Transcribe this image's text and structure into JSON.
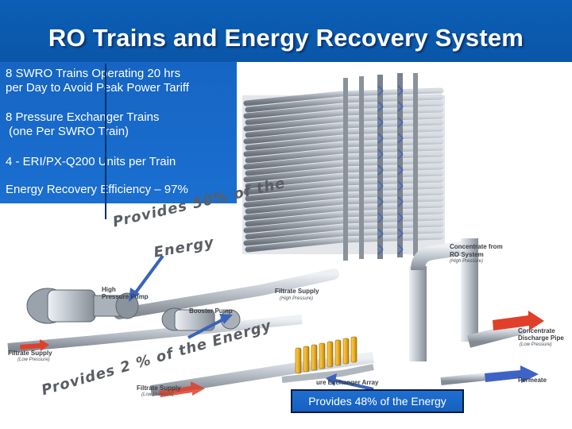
{
  "title": "RO Trains and Energy Recovery System",
  "info": {
    "line1a": "8 SWRO Trains Operating 20 hrs",
    "line1b": "per Day to Avoid Peak Power Tariff",
    "line2a": "8 Pressure Exchanger Trains",
    "line2b": " (one Per SWRO Train)",
    "line3": "4 - ERI/PX-Q200 Units per Train",
    "line4": "Energy Recovery Efficiency – 97%"
  },
  "annotations": {
    "hp_pump_energy_a": "Provides 50% of the",
    "hp_pump_energy_b": "Energy",
    "booster_energy_a": "Provides 2 % of the Energy",
    "px_energy": "Provides 48% of the Energy"
  },
  "diagram_labels": {
    "concentrate_ro": "Concentrate from",
    "concentrate_ro_2": "RO System",
    "concentrate_ro_sub": "(High Pressure)",
    "hp_pump": "High",
    "hp_pump_2": "Pressure Pump",
    "filtrate_supply_hp": "Filtrate Supply",
    "filtrate_supply_hp_sub": "(High Pressure)",
    "booster_pump": "Booster Pump",
    "filtrate_supply_lp": "Filtrate Supply",
    "filtrate_supply_lp_sub": "(Low Pressure)",
    "concentrate_discharge": "Concentrate",
    "concentrate_discharge_2": "Discharge Pipe",
    "concentrate_discharge_sub": "(Low Pressure)",
    "pressure_exchanger": "ure Exchanger Array",
    "permeate": "Permeate",
    "filtrate_supply_bottom": "Filtrate Supply",
    "filtrate_supply_bottom_sub": "(Low Pressure)"
  },
  "colors": {
    "title_bar": "#0b5fb6",
    "info_panel": "#1665c4",
    "callout_fill": "#1e6fd2",
    "arrow_red": "#e0402a",
    "arrow_blue": "#3f63c4",
    "px_units": "#f0b21a"
  }
}
